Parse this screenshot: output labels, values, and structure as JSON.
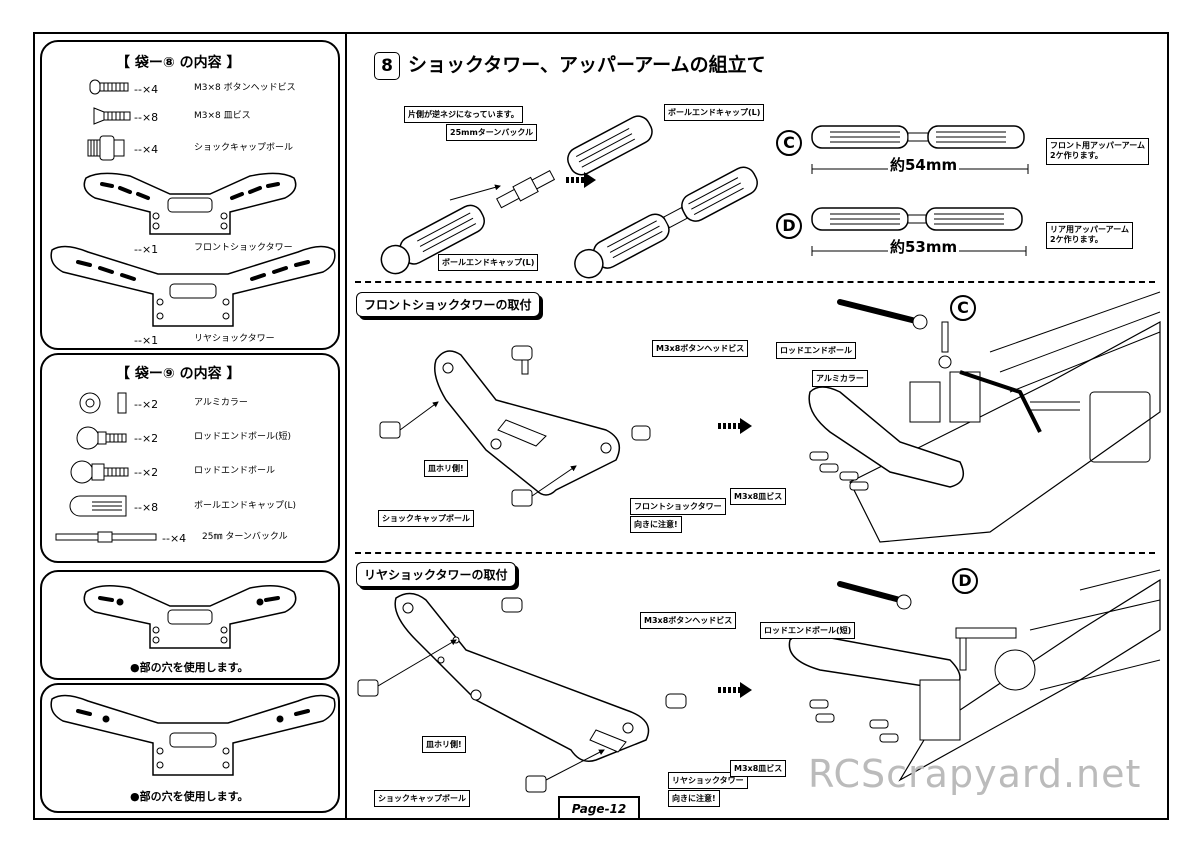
{
  "bag8": {
    "title": "【 袋ー⑧ の内容 】",
    "rows": [
      {
        "qty": "--×4",
        "name": "M3×8 ボタンヘッドビス"
      },
      {
        "qty": "--×8",
        "name": "M3×8 皿ビス"
      },
      {
        "qty": "--×4",
        "name": "ショックキャップボール"
      },
      {
        "qty": "--×1",
        "name": "フロントショックタワー"
      },
      {
        "qty": "--×1",
        "name": "リヤショックタワー"
      }
    ]
  },
  "bag9": {
    "title": "【 袋ー⑨ の内容 】",
    "rows": [
      {
        "qty": "--×2",
        "name": "アルミカラー"
      },
      {
        "qty": "--×2",
        "name": "ロッドエンドボール(短)"
      },
      {
        "qty": "--×2",
        "name": "ロッドエンドボール"
      },
      {
        "qty": "--×8",
        "name": "ボールエンドキャップ(L)"
      },
      {
        "qty": "--×4",
        "name": "25㎜ ターンバックル"
      }
    ]
  },
  "hole_note": "●部の穴を使用します。",
  "step": {
    "number": "8",
    "title": "ショックタワー、アッパーアームの組立て"
  },
  "arm": {
    "note_reverse": "片側が逆ネジになっています。",
    "turnbuckle": "25mmターンバックル",
    "cap_top": "ボールエンドキャップ(L)",
    "cap_bottom": "ボールエンドキャップ(L)",
    "c_label": "C",
    "c_length": "約54mm",
    "c_note": "フロント用アッパーアーム\n2ケ作ります。",
    "d_label": "D",
    "d_length": "約53mm",
    "d_note": "リア用アッパーアーム\n2ケ作ります。"
  },
  "front": {
    "title": "フロントショックタワーの取付",
    "screw": "M3x8ボタンヘッドビス",
    "countersink": "皿ホリ側!",
    "cap_ball": "ショックキャップボール",
    "tower": "フロントショックタワー",
    "caution": "向きに注意!",
    "rod_ball": "ロッドエンドボール",
    "collar": "アルミカラー",
    "flat_screw": "M3x8皿ビス",
    "c_label": "C"
  },
  "rear": {
    "title": "リヤショックタワーの取付",
    "screw": "M3x8ボタンヘッドビス",
    "countersink": "皿ホリ側!",
    "cap_ball": "ショックキャップボール",
    "tower": "リヤショックタワー",
    "caution": "向きに注意!",
    "rod_ball_short": "ロッドエンドボール(短)",
    "flat_screw": "M3x8皿ビス",
    "d_label": "D"
  },
  "page": "Page-12",
  "watermark": "RCScrapyard.net"
}
